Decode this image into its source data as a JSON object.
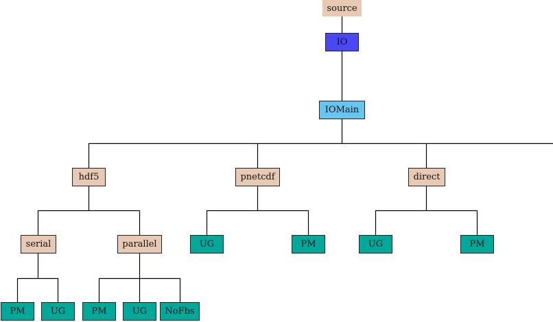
{
  "colors": {
    "tan": "#e8c9b3",
    "io_blue": "#4a47f5",
    "light_blue": "#66c6f2",
    "teal": "#00a99a",
    "line": "#000000"
  },
  "nodes": {
    "source": {
      "label": "source",
      "fill": "tan"
    },
    "io": {
      "label": "IO",
      "fill": "io_blue"
    },
    "iomain": {
      "label": "IOMain",
      "fill": "light_blue"
    },
    "hdf5": {
      "label": "hdf5",
      "fill": "tan"
    },
    "pnetcdf": {
      "label": "pnetcdf",
      "fill": "tan"
    },
    "direct": {
      "label": "direct",
      "fill": "tan"
    },
    "serial": {
      "label": "serial",
      "fill": "tan"
    },
    "parallel": {
      "label": "parallel",
      "fill": "tan"
    },
    "pn_ug": {
      "label": "UG",
      "fill": "teal"
    },
    "pn_pm": {
      "label": "PM",
      "fill": "teal"
    },
    "di_ug": {
      "label": "UG",
      "fill": "teal"
    },
    "di_pm": {
      "label": "PM",
      "fill": "teal"
    },
    "se_pm": {
      "label": "PM",
      "fill": "teal"
    },
    "se_ug": {
      "label": "UG",
      "fill": "teal"
    },
    "pa_pm": {
      "label": "PM",
      "fill": "teal"
    },
    "pa_ug": {
      "label": "UG",
      "fill": "teal"
    },
    "pa_nofbs": {
      "label": "NoFbs",
      "fill": "teal"
    }
  }
}
